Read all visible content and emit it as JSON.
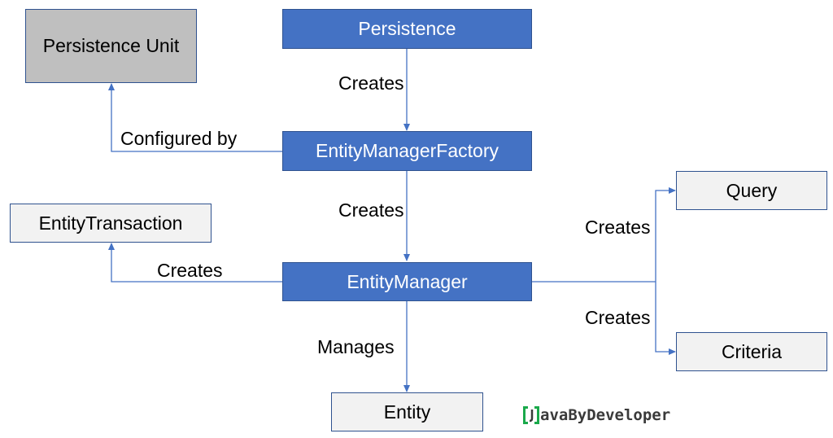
{
  "colors": {
    "primary_fill": "#4472c4",
    "secondary_fill": "#f2f2f2",
    "unit_fill": "#bfbfbf",
    "connector": "#4472c4",
    "logo_green": "#1aa94b"
  },
  "nodes": {
    "persistence": "Persistence",
    "persistence_unit": "Persistence Unit",
    "entity_manager_factory": "EntityManagerFactory",
    "entity_transaction": "EntityTransaction",
    "entity_manager": "EntityManager",
    "query": "Query",
    "criteria": "Criteria",
    "entity": "Entity"
  },
  "edges": {
    "persistence_to_emf": "Creates",
    "emf_to_unit": "Configured by",
    "emf_to_em": "Creates",
    "em_to_transaction": "Creates",
    "em_to_query": "Creates",
    "em_to_criteria": "Creates",
    "em_to_entity": "Manages"
  },
  "logo": {
    "text": "avaByDeveloper",
    "icon": "java-bracket-logo-icon"
  }
}
